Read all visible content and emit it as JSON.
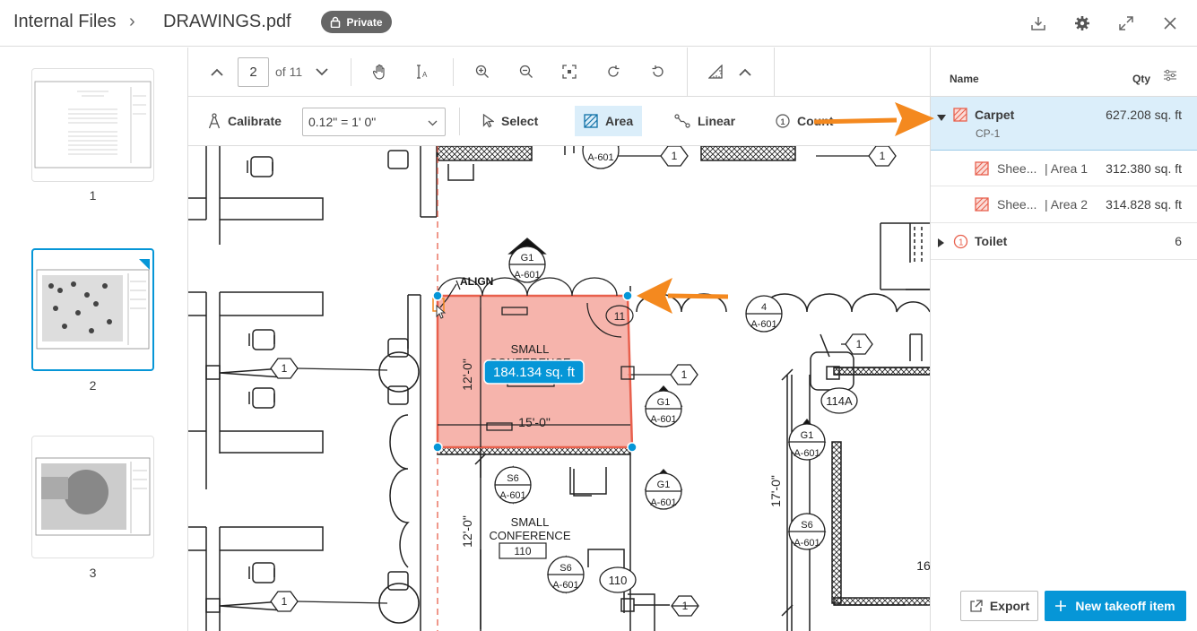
{
  "header": {
    "breadcrumb": "Internal Files",
    "breadcrumb_sep": "›",
    "filename": "DRAWINGS.pdf",
    "privacy_badge": "Private",
    "icons": [
      "download-icon",
      "gear-icon",
      "expand-icon",
      "close-icon"
    ]
  },
  "thumbnails": [
    {
      "page": "1",
      "selected": false
    },
    {
      "page": "2",
      "selected": true
    },
    {
      "page": "3",
      "selected": false
    }
  ],
  "toolbar_nav": {
    "current_page": "2",
    "of_pages": "of 11"
  },
  "toolbar_tools": {
    "calibrate": "Calibrate",
    "scale": "0.12\" = 1' 0\"",
    "select": "Select",
    "area": "Area",
    "linear": "Linear",
    "count": "Count"
  },
  "drawing": {
    "measurement": "184.134 sq. ft",
    "align_label": "ALIGN",
    "room_name_line1": "SMALL",
    "room_name_line2": "CONFERENCE",
    "room_number": "110",
    "dim_12": "12'-0\"",
    "dim_15": "15'-0\"",
    "dim_17": "17'-0\"",
    "tag_114a": "114A",
    "tag_110": "110",
    "tag_11": "11",
    "tag_16": "16",
    "callout_g1": "G1",
    "callout_s6": "S6",
    "callout_4": "4",
    "sheet": "A-601",
    "hex_1": "1",
    "accent_fill": "#f4a79d",
    "accent_stroke": "#e8604d",
    "handle_color": "#0696d7",
    "arrow_color": "#f4891f"
  },
  "takeoff": {
    "col_name": "Name",
    "col_qty": "Qty",
    "items": [
      {
        "name": "Carpet",
        "code": "CP-1",
        "qty": "627.208 sq. ft",
        "expanded": true,
        "selected": true,
        "children": [
          {
            "name": "Shee...",
            "area": "| Area 1",
            "qty": "312.380 sq. ft"
          },
          {
            "name": "Shee...",
            "area": "| Area 2",
            "qty": "314.828 sq. ft"
          }
        ]
      },
      {
        "name": "Toilet",
        "qty": "6",
        "expanded": false,
        "selected": false
      }
    ],
    "export_label": "Export",
    "new_item_label": "New takeoff item"
  }
}
